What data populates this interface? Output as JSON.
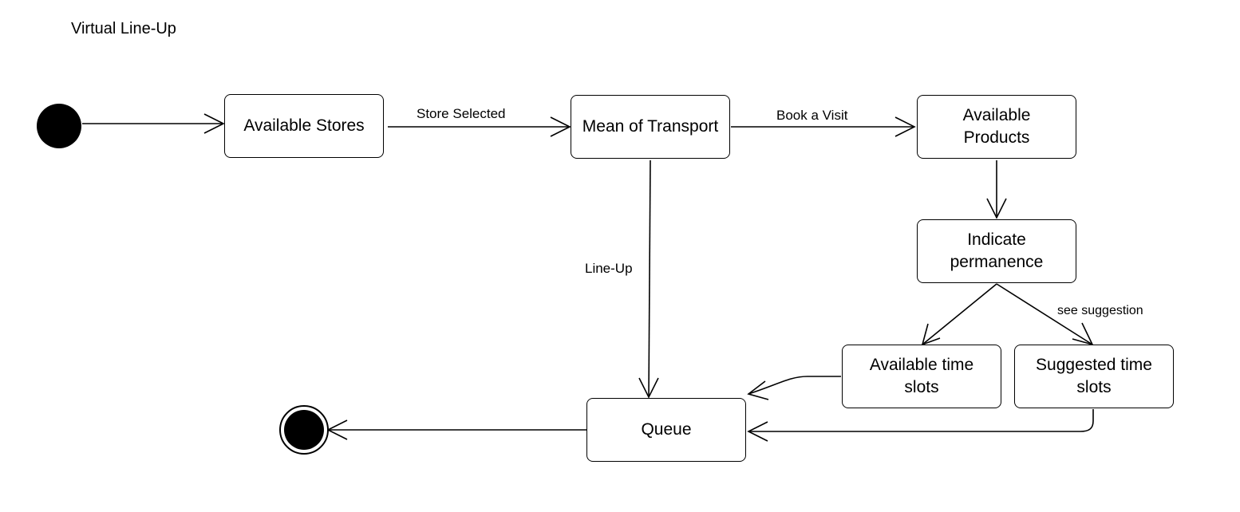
{
  "diagram": {
    "title": "Virtual Line-Up",
    "states": {
      "available_stores": "Available Stores",
      "mean_of_transport": "Mean of Transport",
      "available_products": "Available Products",
      "indicate_permanence": "Indicate permanence",
      "available_time_slots": "Available time slots",
      "suggested_time_slots": "Suggested time slots",
      "queue": "Queue"
    },
    "transitions": {
      "store_selected": "Store Selected",
      "book_a_visit": "Book a Visit",
      "line_up": "Line-Up",
      "see_suggestion": "see suggestion"
    }
  }
}
